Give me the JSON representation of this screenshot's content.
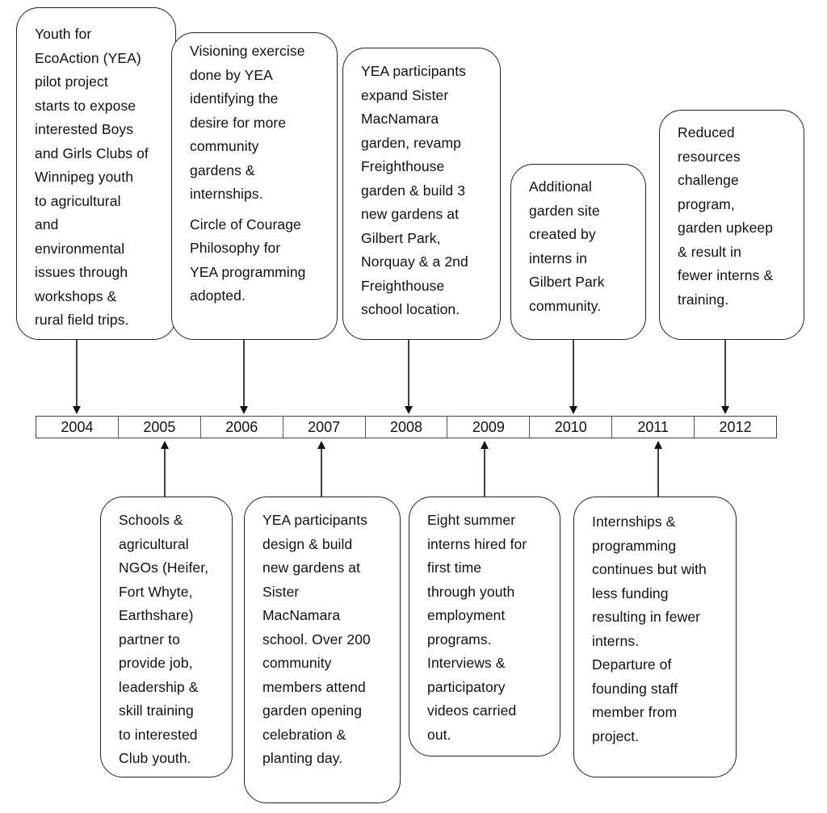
{
  "timeline": {
    "years": [
      "2004",
      "2005",
      "2006",
      "2007",
      "2008",
      "2009",
      "2010",
      "2011",
      "2012"
    ]
  },
  "events_above": [
    {
      "year": "2004",
      "paragraphs": [
        "Youth for\nEcoAction (YEA)\npilot project\nstarts to expose\ninterested Boys\nand Girls Clubs of\nWinnipeg youth\nto agricultural\nand\nenvironmental\nissues through\nworkshops &\nrural field trips."
      ]
    },
    {
      "year": "2006",
      "paragraphs": [
        "Visioning exercise\ndone by YEA\nidentifying the\ndesire for more\ncommunity\ngardens &\ninternships.",
        "Circle of Courage\nPhilosophy for\nYEA programming\nadopted."
      ]
    },
    {
      "year": "2008",
      "paragraphs": [
        "YEA participants\nexpand Sister\nMacNamara\ngarden, revamp\nFreighthouse\ngarden & build 3\nnew gardens at\nGilbert Park,\nNorquay & a 2nd\nFreighthouse\nschool location."
      ]
    },
    {
      "year": "2010",
      "paragraphs": [
        "Additional\ngarden site\ncreated by\ninterns in\nGilbert Park\ncommunity."
      ]
    },
    {
      "year": "2012",
      "paragraphs": [
        "Reduced\nresources\nchallenge\nprogram,\ngarden upkeep\n& result in\nfewer interns &\ntraining."
      ]
    }
  ],
  "events_below": [
    {
      "year": "2005",
      "paragraphs": [
        "Schools &\nagricultural\nNGOs (Heifer,\nFort Whyte,\nEarthshare)\npartner to\nprovide job,\nleadership &\nskill training\nto interested\nClub youth."
      ]
    },
    {
      "year": "2007",
      "paragraphs": [
        "YEA participants\ndesign & build\nnew gardens at\nSister\nMacNamara\nschool. Over 200\ncommunity\nmembers attend\ngarden opening\ncelebration &\nplanting day."
      ]
    },
    {
      "year": "2009",
      "paragraphs": [
        "Eight summer\ninterns hired for\nfirst time\nthrough youth\nemployment\nprograms.\nInterviews &\nparticipatory\nvideos carried\nout."
      ]
    },
    {
      "year": "2011",
      "paragraphs": [
        "Internships &\nprogramming\ncontinues but with\nless funding\nresulting in fewer\ninterns.\nDeparture of\nfounding staff\nmember from\nproject."
      ]
    }
  ]
}
